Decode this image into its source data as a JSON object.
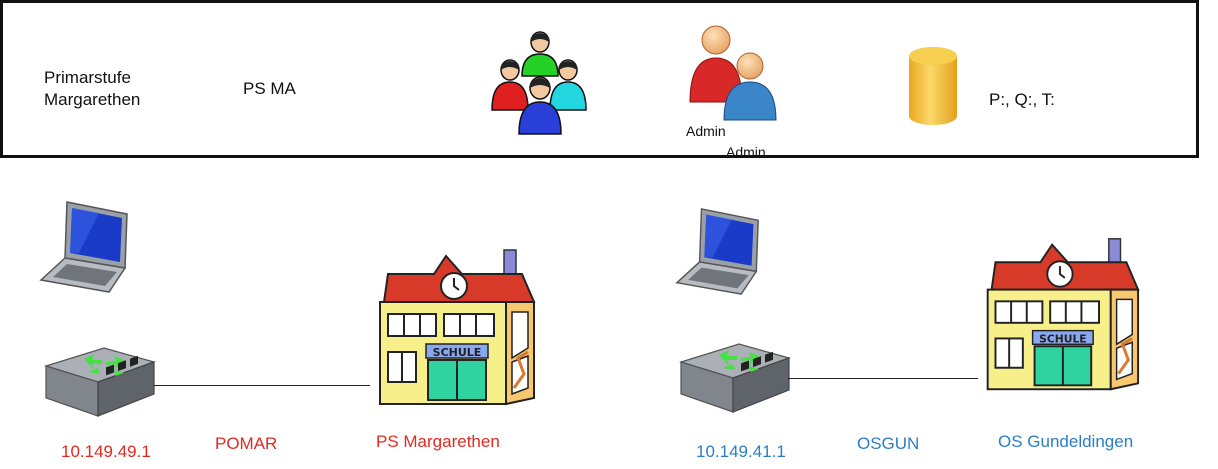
{
  "info_box": {
    "school_name_line1": "Primarstufe",
    "school_name_line2": "Margarethen",
    "abbreviation": "PS MA",
    "users_icon": "users-group-icon",
    "admin_icon": "admin-users-icon",
    "admin_label_1": "Admin",
    "admin_label_2": "Admin",
    "storage_icon": "database-cylinder-icon",
    "drives": "P:, Q:, T:"
  },
  "sites": [
    {
      "ip": "10.149.49.1",
      "hostname": "POMAR",
      "school": "PS Margarethen",
      "school_sign": "SCHULE",
      "color": "#e02a20"
    },
    {
      "ip": "10.149.41.1",
      "hostname": "OSGUN",
      "school": "OS Gundeldingen",
      "school_sign": "SCHULE",
      "color": "#2a7ec8"
    }
  ],
  "colors": {
    "border": "#111111",
    "red_label": "#e02a20",
    "blue_label": "#2a7ec8",
    "building_wall": "#f7f08a",
    "roof": "#d83a2a",
    "door": "#2fd3a0",
    "database": "#f3c040"
  }
}
